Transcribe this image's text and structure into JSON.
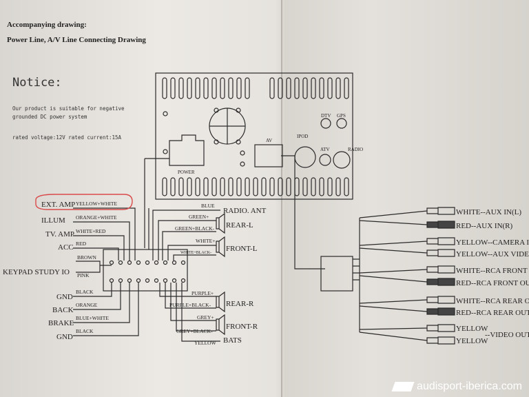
{
  "header": {
    "title": "Accompanying drawing:",
    "subtitle": "Power Line, A/V Line Connecting Drawing"
  },
  "notice": {
    "title": "Notice:",
    "line1": "Our product is suitable for negative",
    "line2": "grounded DC power system",
    "line3": "rated voltage:12V   rated current:15A"
  },
  "unit_labels": {
    "power": "POWER",
    "av": "AV",
    "ipod": "IPOD",
    "dtv": "DTV",
    "gps": "GPS",
    "atv": "ATV",
    "radio": "RADIO"
  },
  "left_labels": {
    "ext_amp": "EXT. AMP",
    "illum": "ILLUM",
    "tv_amp": "TV. AMP",
    "acc": "ACC",
    "keypad": "KEYPAD STUDY IO",
    "gnd1": "GND",
    "back": "BACK",
    "brake": "BRAKE",
    "gnd2": "GND"
  },
  "wire_colors_left": {
    "yellow_white": "YELLOW+WHITE",
    "orange_white": "ORANGE+WHITE",
    "white_red": "WHITE+RED",
    "red": "RED",
    "brown": "BROWN",
    "pink": "PINK",
    "black": "BLACK",
    "orange": "ORANGE",
    "blue_white": "BLUE+WHITE",
    "black2": "BLACK"
  },
  "wire_colors_right": {
    "blue": "BLUE",
    "radio_ant": "RADIO. ANT",
    "green": "GREEN+",
    "green_black": "GREEN+BLACK-",
    "rear_l": "REAR-L",
    "white": "WHITE+",
    "white_black": "WHITE+BLACK-",
    "front_l": "FRONT-L",
    "purple": "PURPLE+",
    "purple_black": "PURPLE+BLACK-",
    "rear_r": "REAR-R",
    "grey": "GREY+",
    "grey_black": "GREY+BLACK-",
    "front_r": "FRONT-R",
    "yellow": "YELLOW",
    "bats": "BATS"
  },
  "rca": {
    "aux_l": "WHITE--AUX IN(L)",
    "aux_r": "RED--AUX IN(R)",
    "camera": "YELLOW--CAMERA IN",
    "aux_video": "YELLOW--AUX VIDEO",
    "front_l": "WHITE--RCA FRONT O",
    "front_r": "RED--RCA FRONT OU",
    "rear_l": "WHITE--RCA REAR O",
    "rear_r": "RED--RCA REAR OUT",
    "video1": "YELLOW",
    "video2": "YELLOW",
    "video_out": "--VIDEO OUT"
  },
  "watermark": "audisport-iberica.com",
  "colors": {
    "highlight": "#d94a4a",
    "line": "#2a2a2a"
  }
}
